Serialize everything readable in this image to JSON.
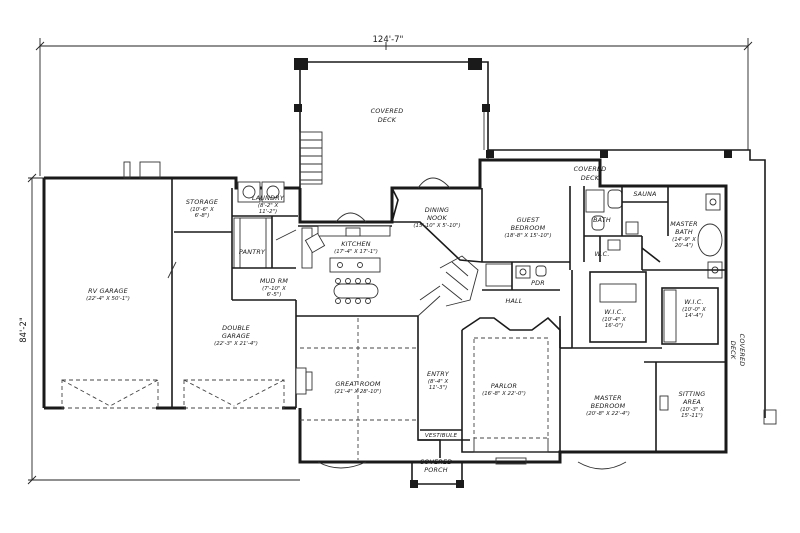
{
  "dimensions": {
    "overall_width": "124'-7\"",
    "overall_depth": "84'-2\""
  },
  "rooms": {
    "covered_deck_top": [
      "COVERED",
      "DECK"
    ],
    "covered_deck_rear": [
      "COVERED",
      "DECK"
    ],
    "covered_deck_side": [
      "COVERED",
      "DECK"
    ],
    "covered_porch": [
      "COVERED",
      "PORCH"
    ],
    "rv_garage": {
      "name": "RV GARAGE",
      "size": "(22'-4\" X 50'-1\")"
    },
    "storage": {
      "name": "STORAGE",
      "size": [
        "(10'-6\" X",
        "6'-8\")"
      ]
    },
    "laundry": {
      "name": "LAUNDRY",
      "size": [
        "(8'-2\" X",
        "11'-2\")"
      ]
    },
    "pantry": {
      "name": "PANTRY"
    },
    "mud_rm": {
      "name": "MUD RM",
      "size": [
        "(7'-10\" X",
        "6'-5\")"
      ]
    },
    "double_garage": {
      "name": [
        "DOUBLE",
        "GARAGE"
      ],
      "size": "(22'-3\" X 21'-4\")"
    },
    "kitchen": {
      "name": "KITCHEN",
      "size": "(17'-4\" X 17'-1\")"
    },
    "dining_nook": {
      "name": [
        "DINING",
        "NOOK"
      ],
      "size": "(15'-10\" X 5'-10\")"
    },
    "guest_bedroom": {
      "name": [
        "GUEST",
        "BEDROOM"
      ],
      "size": "(18'-8\" X 15'-10\")"
    },
    "sauna": {
      "name": "SAUNA"
    },
    "bath": {
      "name": "BATH"
    },
    "wic_small": {
      "name": "W.C."
    },
    "master_bath": {
      "name": [
        "MASTER",
        "BATH"
      ],
      "size": [
        "(14'-9\" X",
        "20'-4\")"
      ]
    },
    "pdr": {
      "name": "PDR"
    },
    "hall": {
      "name": "HALL"
    },
    "wic_center": {
      "name": "W.I.C.",
      "size": [
        "(10'-4\" X",
        "16'-0\")"
      ]
    },
    "wic_right": {
      "name": "W.I.C.",
      "size": [
        "(10'-0\" X",
        "14'-4\")"
      ]
    },
    "great_room": {
      "name": "GREAT ROOM",
      "size": "(21'-4\" X 28'-10\")"
    },
    "entry": {
      "name": "ENTRY",
      "size": [
        "(8'-4\" X",
        "11'-3\")"
      ]
    },
    "vestibule": {
      "name": "VESTIBULE"
    },
    "parlor": {
      "name": "PARLOR",
      "size": "(16'-8\" X 22'-0\")"
    },
    "master_bedroom": {
      "name": [
        "MASTER",
        "BEDROOM"
      ],
      "size": "(20'-8\" X 22'-4\")"
    },
    "sitting_area": {
      "name": [
        "SITTING",
        "AREA"
      ],
      "size": [
        "(10'-3\" X",
        "15'-11\")"
      ]
    }
  }
}
